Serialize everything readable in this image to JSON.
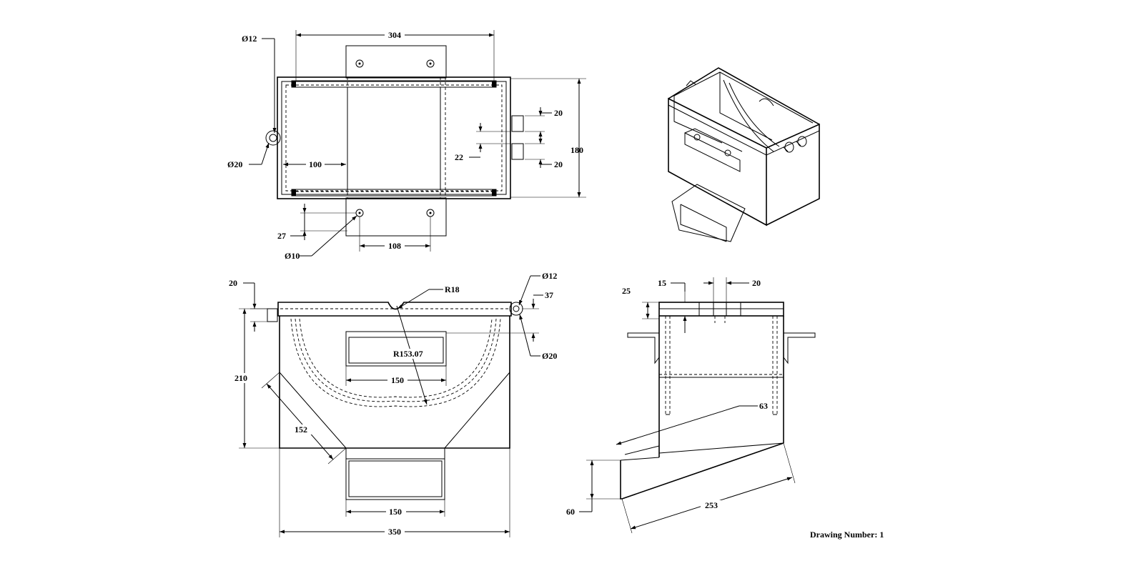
{
  "title_block": {
    "drawing_number_label": "Drawing Number:",
    "drawing_number_value": "1"
  },
  "views": {
    "top": {
      "overall_width": "304",
      "overall_height": "180",
      "left_offset": "100",
      "tab_spacing": "108",
      "tab_offset": "27",
      "hole_small_dia": "Ø12",
      "hole_ring_dia": "Ø20",
      "hole_tab_dia": "Ø10",
      "peg_upper": "20",
      "peg_gap": "22",
      "peg_lower": "20"
    },
    "front": {
      "flange_thickness": "20",
      "notch_radius": "R18",
      "hole_small_dia": "Ø12",
      "hole_offset": "37",
      "hole_ring_dia": "Ø20",
      "arc_radius": "R153.07",
      "slot_width": "150",
      "height": "210",
      "chamfer_length": "152",
      "outlet_width": "150",
      "overall_width": "350"
    },
    "side": {
      "lip_height": "25",
      "peg_width": "15",
      "peg_gap": "20",
      "chute_offset": "63",
      "outlet_height": "60",
      "chute_length": "253"
    }
  }
}
